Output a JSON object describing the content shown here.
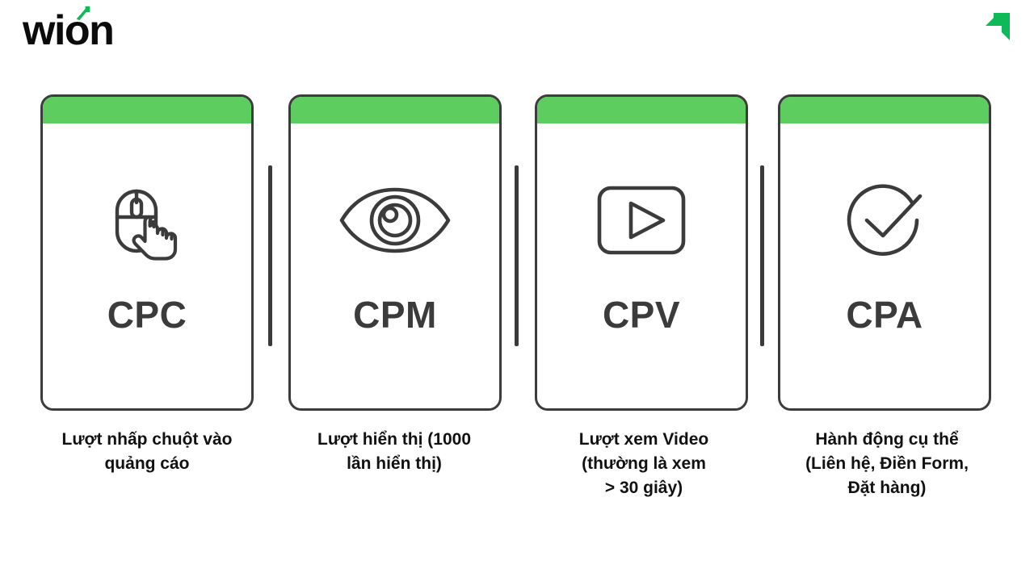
{
  "brand": {
    "name": "wion",
    "arrow_icon": "green-arrow-up-right-icon",
    "accent_color": "#10b957"
  },
  "corner": {
    "arrow_icon": "green-arrow-up-right-icon",
    "accent_color": "#10b957"
  },
  "theme": {
    "card_header_green": "#5ccd5e",
    "card_border": "#3c3c3c",
    "code_text": "#3b3b3b",
    "caption_text": "#111111",
    "background": "#ffffff"
  },
  "cards": [
    {
      "code": "CPC",
      "icon": "mouse-click-pointer-icon",
      "caption": "Lượt nhấp chuột vào\nquảng cáo"
    },
    {
      "code": "CPM",
      "icon": "eye-impression-icon",
      "caption": "Lượt hiển thị (1000\nlần hiển thị)"
    },
    {
      "code": "CPV",
      "icon": "video-play-icon",
      "caption": "Lượt xem Video\n(thường là xem\n> 30 giây)"
    },
    {
      "code": "CPA",
      "icon": "check-circle-icon",
      "caption": "Hành động cụ thể\n(Liên hệ, Điền Form,\nĐặt hàng)"
    }
  ],
  "dividers": [
    {
      "label": "divider-1"
    },
    {
      "label": "divider-2"
    },
    {
      "label": "divider-3"
    }
  ]
}
